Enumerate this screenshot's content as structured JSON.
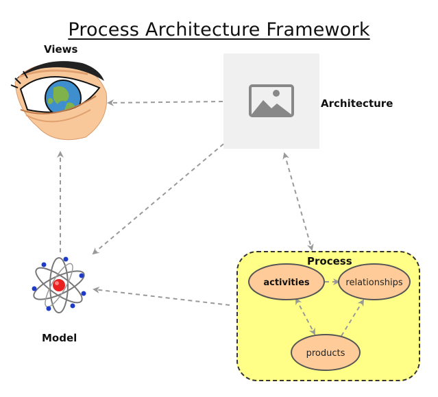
{
  "title": "Process Architecture Framework",
  "nodes": {
    "views": "Views",
    "architecture": "Architecture",
    "model": "Model",
    "process": "Process",
    "activities": "activities",
    "relationships": "relationships",
    "products": "products"
  },
  "colors": {
    "arrow": "#999999",
    "process_fill": "#ffff88",
    "ellipse_fill": "#ffcc99",
    "ellipse_stroke": "#555555",
    "placeholder_bg": "#f0f0f0",
    "placeholder_icon": "#888888"
  },
  "icons": {
    "views": "eye-globe-icon",
    "architecture": "image-placeholder-icon",
    "model": "atom-icon"
  }
}
